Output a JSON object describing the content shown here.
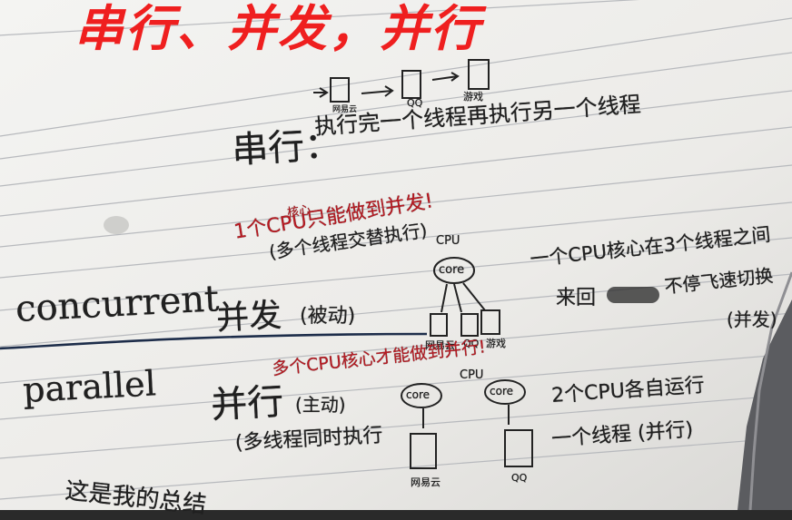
{
  "title": "串行、并发，并行",
  "serial": {
    "label": "串行：",
    "desc": "执行完一个线程再执行另一个线程",
    "apps": [
      "网易云",
      "QQ",
      "游戏"
    ]
  },
  "concurrent": {
    "core_note": "核心",
    "red_note": "1个CPU只能做到并发!",
    "desc": "(多个线程交替执行)",
    "cpu_label": "CPU",
    "core_label": "core",
    "term_en": "concurrent",
    "term_zh": "并发",
    "mode": "(被动)",
    "apps": [
      "网易云",
      "QQ",
      "游戏"
    ],
    "right_line1": "一个CPU核心在3个线程之间",
    "right_line2": "来回",
    "right_line2b": "不停飞速切换",
    "right_line3": "(并发)"
  },
  "parallel": {
    "red_note": "多个CPU核心才能做到并行!",
    "cpu_label": "CPU",
    "term_en": "parallel",
    "term_zh": "并行",
    "mode": "(主动)",
    "desc": "(多线程同时执行",
    "core_label": "core",
    "apps": [
      "网易云",
      "QQ"
    ],
    "right_line1": "2个CPU各自运行",
    "right_line2": "一个线程 (并行)"
  },
  "bottom_note": "这是我的总结"
}
